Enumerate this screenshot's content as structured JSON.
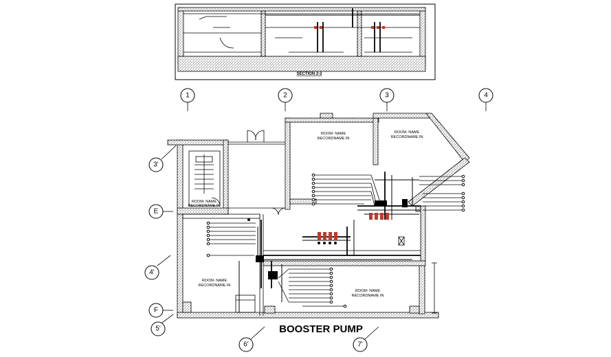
{
  "section_title": "SECTION 2-2",
  "drawing_title": "BOOSTER PUMP",
  "grid_bubbles_top": [
    "1",
    "2",
    "3",
    "4"
  ],
  "grid_bubbles_side": [
    "3'",
    "E",
    "4'",
    "F",
    "5'",
    "6'",
    "7'"
  ],
  "room_label": "ROOM- NAME",
  "room_sub": "RECORDNAME IN"
}
